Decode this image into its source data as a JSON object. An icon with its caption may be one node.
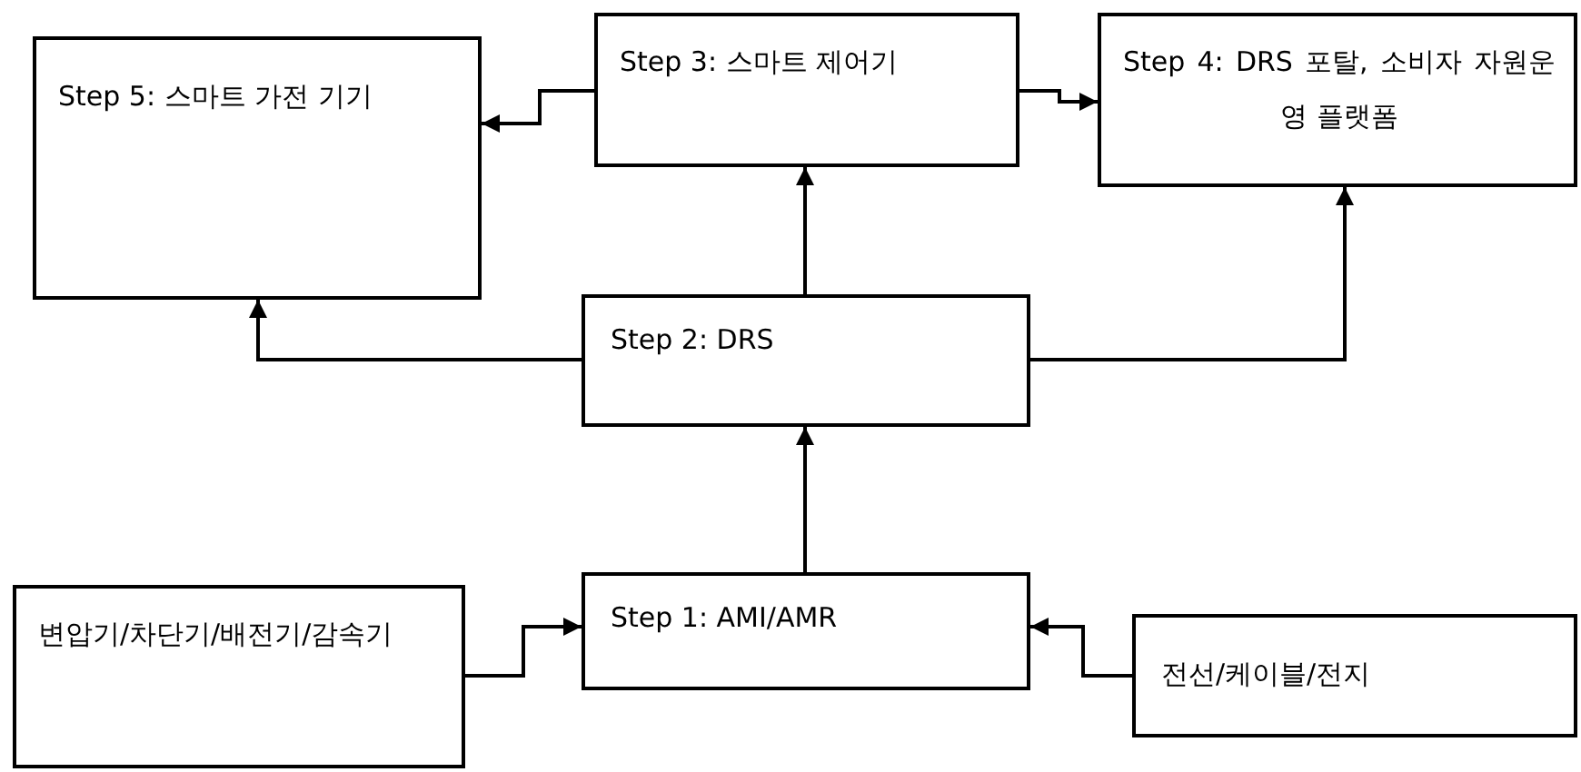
{
  "diagram": {
    "nodes": [
      {
        "text": [
          "Step 5: 스마트 가전 기기"
        ]
      },
      {
        "text": [
          "Step 3: 스마트 제어기"
        ]
      },
      {
        "text": [
          "Step 4: DRS 포탈, 소비자 자원운영 플랫폼"
        ]
      },
      {
        "text": [
          "Step 2: DRS"
        ]
      },
      {
        "text": [
          "변압기/차단기/배전기/감속기"
        ]
      },
      {
        "text": [
          "Step 1: AMI/AMR"
        ]
      },
      {
        "text": [
          "전선/케이블/전지"
        ]
      }
    ],
    "edges": [
      {
        "from": 1,
        "to": 0,
        "arrow": "to"
      },
      {
        "from": 1,
        "to": 2,
        "arrow": "to"
      },
      {
        "from": 3,
        "to": 0,
        "arrow": "to"
      },
      {
        "from": 3,
        "to": 1,
        "arrow": "to"
      },
      {
        "from": 3,
        "to": 2,
        "arrow": "to"
      },
      {
        "from": 5,
        "to": 3,
        "arrow": "to"
      },
      {
        "from": 4,
        "to": 5,
        "arrow": "to"
      },
      {
        "from": 6,
        "to": 5,
        "arrow": "to"
      }
    ]
  }
}
